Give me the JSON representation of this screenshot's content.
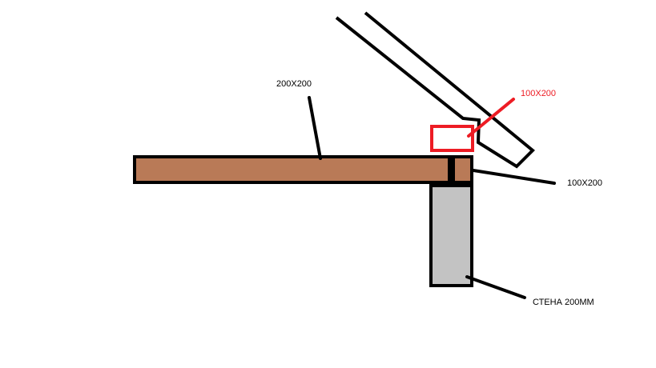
{
  "labels": {
    "beam": "200X200",
    "red_block": "100X200",
    "post": "100X200",
    "wall": "СТЕНА 200ММ"
  },
  "colors": {
    "wood": "#b97a57",
    "wall": "#c3c3c3",
    "red": "#ed1c24",
    "line": "#000000"
  }
}
